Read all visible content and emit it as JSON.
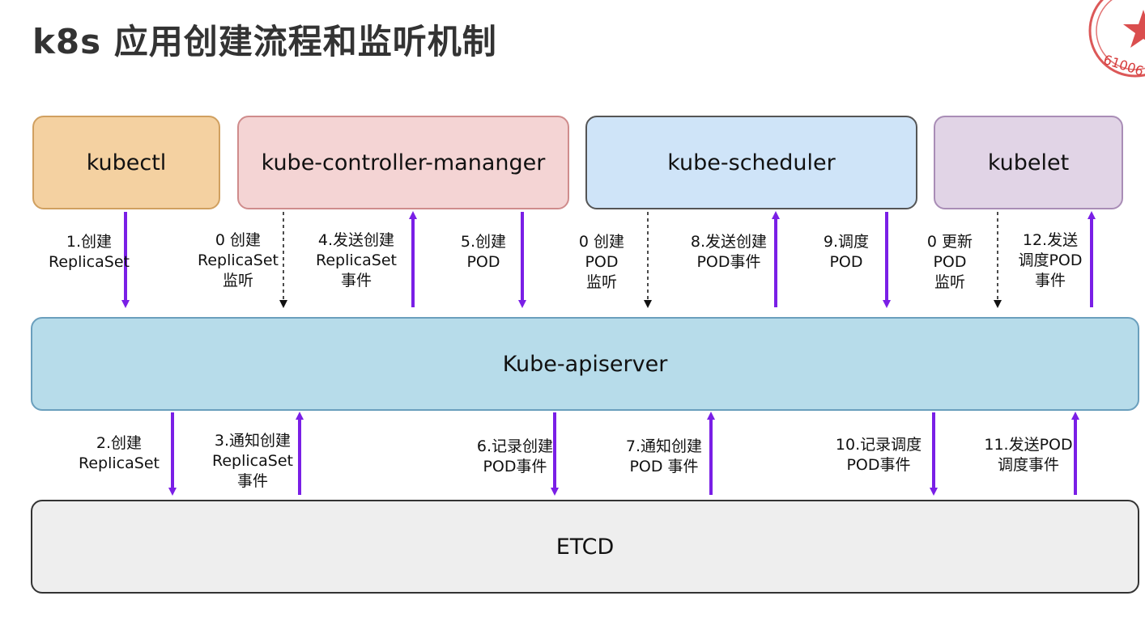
{
  "title": "k8s 应用创建流程和监听机制",
  "colors": {
    "arrow": "#7a1fe6",
    "dashed": "#111111"
  },
  "components": {
    "kubectl": "kubectl",
    "kcm": "kube-controller-mananger",
    "scheduler": "kube-scheduler",
    "kubelet": "kubelet",
    "apiserver": "Kube-apiserver",
    "etcd": "ETCD"
  },
  "upper_flows": [
    {
      "label": "1.创建\nReplicaSet",
      "direction": "down",
      "style": "solid"
    },
    {
      "label": "0 创建\nReplicaSet\n监听",
      "direction": "down",
      "style": "dashed"
    },
    {
      "label": "4.发送创建\nReplicaSet\n事件",
      "direction": "up",
      "style": "solid"
    },
    {
      "label": "5.创建\nPOD",
      "direction": "down",
      "style": "solid"
    },
    {
      "label": "0 创建\nPOD\n监听",
      "direction": "down",
      "style": "dashed"
    },
    {
      "label": "8.发送创建\nPOD事件",
      "direction": "up",
      "style": "solid"
    },
    {
      "label": "9.调度\nPOD",
      "direction": "down",
      "style": "solid"
    },
    {
      "label": "0 更新\nPOD\n监听",
      "direction": "down",
      "style": "dashed"
    },
    {
      "label": "12.发送\n调度POD\n事件",
      "direction": "up",
      "style": "solid"
    }
  ],
  "lower_flows": [
    {
      "label": "2.创建\nReplicaSet",
      "direction": "down",
      "style": "solid"
    },
    {
      "label": "3.通知创建\nReplicaSet\n事件",
      "direction": "up",
      "style": "solid"
    },
    {
      "label": "6.记录创建\nPOD事件",
      "direction": "down",
      "style": "solid"
    },
    {
      "label": "7.通知创建\nPOD 事件",
      "direction": "up",
      "style": "solid"
    },
    {
      "label": "10.记录调度\nPOD事件",
      "direction": "down",
      "style": "solid"
    },
    {
      "label": "11.发送POD\n调度事件",
      "direction": "up",
      "style": "solid"
    }
  ],
  "stamp": {
    "text": "61006",
    "icon": "star-stamp-icon"
  }
}
